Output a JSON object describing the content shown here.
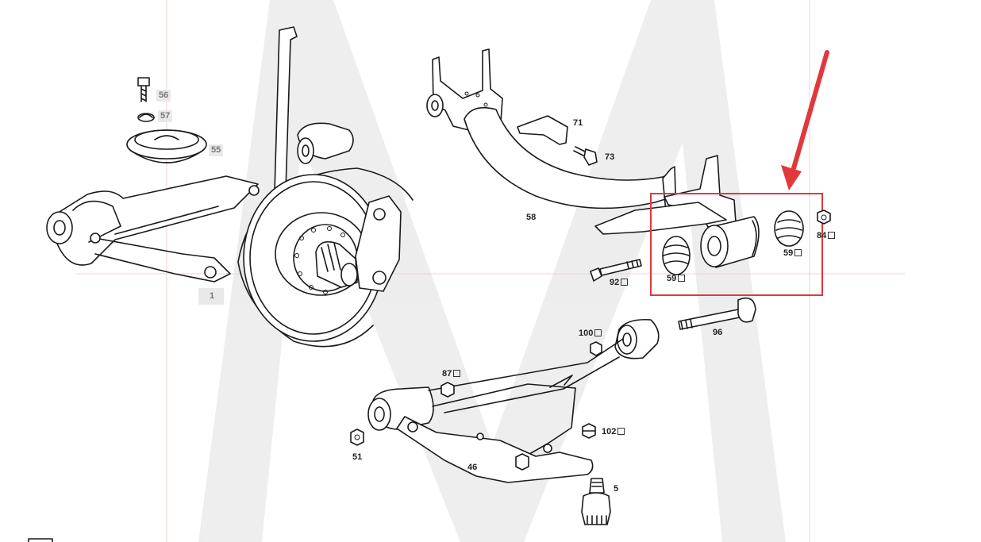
{
  "watermark": {
    "letter": "M",
    "color": "#e8e8e8"
  },
  "highlight": {
    "color": "#e0393b"
  },
  "labels": [
    {
      "id": "56",
      "text": "56",
      "grey": true,
      "box": false
    },
    {
      "id": "57",
      "text": "57",
      "grey": true,
      "box": false
    },
    {
      "id": "55",
      "text": "55",
      "grey": true,
      "box": false
    },
    {
      "id": "1",
      "text": "1",
      "grey": true,
      "box": false
    },
    {
      "id": "71",
      "text": "71",
      "grey": false,
      "box": false
    },
    {
      "id": "73",
      "text": "73",
      "grey": false,
      "box": false
    },
    {
      "id": "58",
      "text": "58",
      "grey": false,
      "box": false
    },
    {
      "id": "92",
      "text": "92",
      "grey": false,
      "box": true
    },
    {
      "id": "59a",
      "text": "59",
      "grey": false,
      "box": true
    },
    {
      "id": "59b",
      "text": "59",
      "grey": false,
      "box": true
    },
    {
      "id": "84",
      "text": "84",
      "grey": false,
      "box": true
    },
    {
      "id": "100",
      "text": "100",
      "grey": false,
      "box": true
    },
    {
      "id": "96",
      "text": "96",
      "grey": false,
      "box": false
    },
    {
      "id": "87",
      "text": "87",
      "grey": false,
      "box": true
    },
    {
      "id": "102",
      "text": "102",
      "grey": false,
      "box": true
    },
    {
      "id": "51",
      "text": "51",
      "grey": false,
      "box": false
    },
    {
      "id": "46",
      "text": "46",
      "grey": false,
      "box": false
    },
    {
      "id": "5",
      "text": "5",
      "grey": false,
      "box": false
    }
  ]
}
